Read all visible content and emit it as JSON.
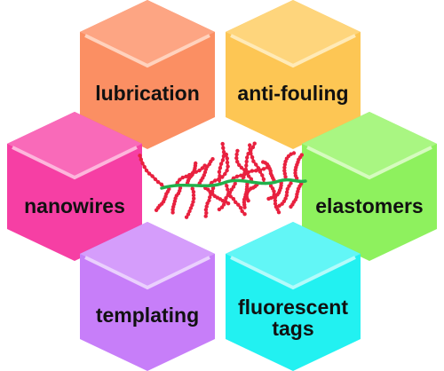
{
  "hexagons": [
    {
      "id": "lubrication",
      "label": "lubrication",
      "side_color": "#fb8f63",
      "top_color": "#fda583",
      "highlight_color": "#ffd2bd"
    },
    {
      "id": "anti-fouling",
      "label": "anti-fouling",
      "side_color": "#fdc654",
      "top_color": "#fed57c",
      "highlight_color": "#ffeab7"
    },
    {
      "id": "nanowires",
      "label": "nanowires",
      "side_color": "#f63fa4",
      "top_color": "#f96ab9",
      "highlight_color": "#fdb6dc"
    },
    {
      "id": "elastomers",
      "label": "elastomers",
      "side_color": "#8ef15e",
      "top_color": "#a9f682",
      "highlight_color": "#d6fbbf"
    },
    {
      "id": "templating",
      "label": "templating",
      "side_color": "#c77ef9",
      "top_color": "#d59dfb",
      "highlight_color": "#ead0fd"
    },
    {
      "id": "fluorescent-tags",
      "label": "fluorescent",
      "label_line2": "tags",
      "side_color": "#22f1f1",
      "top_color": "#62f6f6",
      "highlight_color": "#b3fbfb"
    }
  ],
  "center_molecule": {
    "description_icon": "bottlebrush-polymer-icon",
    "backbone_color": "#22b14c",
    "side_chain_color": "#e8213f"
  }
}
